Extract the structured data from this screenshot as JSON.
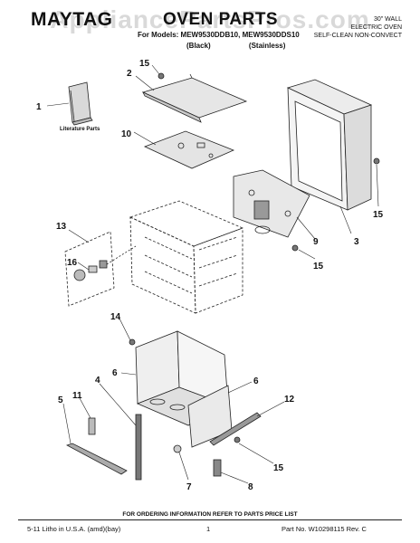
{
  "header": {
    "brand": "MAYTAG",
    "title": "OVEN PARTS",
    "models_line": "For Models: MEW9530DDB10, MEW9530DDS10",
    "variant_black": "(Black)",
    "variant_stainless": "(Stainless)",
    "right_line1": "30\" WALL",
    "right_line2": "ELECTRIC OVEN",
    "right_line3": "SELF-CLEAN NON-CONVECT"
  },
  "watermark": "AppliancePartsPros.com",
  "literature_label": "Literature Parts",
  "callouts": {
    "c1": "1",
    "c2": "2",
    "c3": "3",
    "c4": "4",
    "c5": "5",
    "c6a": "6",
    "c6b": "6",
    "c7": "7",
    "c8": "8",
    "c9": "9",
    "c10": "10",
    "c11": "11",
    "c12": "12",
    "c13": "13",
    "c14": "14",
    "c15a": "15",
    "c15b": "15",
    "c15c": "15",
    "c15d": "15",
    "c16": "16"
  },
  "footer": {
    "ordering": "FOR ORDERING INFORMATION REFER TO PARTS PRICE LIST",
    "litho": "5-11 Litho in U.S.A. (amd)(bay)",
    "page": "1",
    "part_no": "Part No. W10298115 Rev. C"
  }
}
